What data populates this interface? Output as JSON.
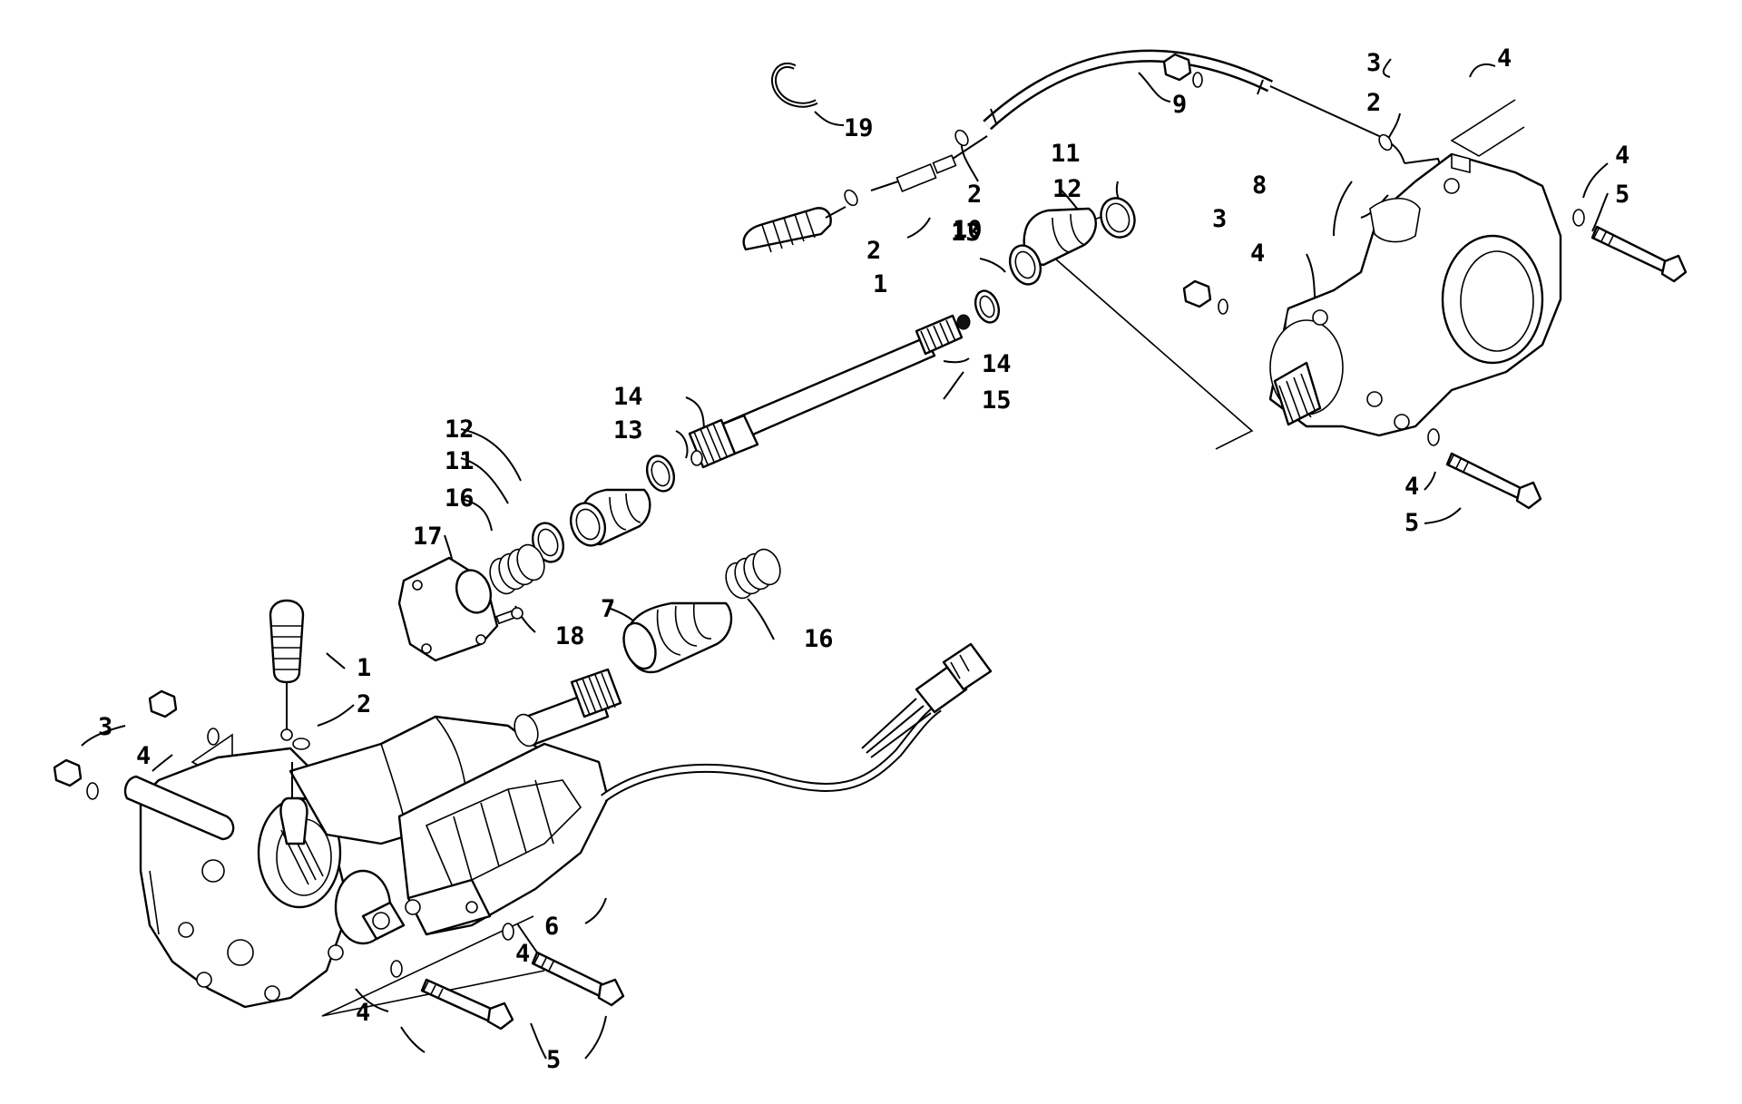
{
  "diagram": {
    "callouts": [
      {
        "id": "c19",
        "text": "19"
      },
      {
        "id": "c9",
        "text": "9"
      },
      {
        "id": "c3a",
        "text": "3"
      },
      {
        "id": "c4a",
        "text": "4"
      },
      {
        "id": "c2a",
        "text": "2"
      },
      {
        "id": "c2b",
        "text": "2"
      },
      {
        "id": "c10",
        "text": "10"
      },
      {
        "id": "c2c",
        "text": "2"
      },
      {
        "id": "c1a",
        "text": "1"
      },
      {
        "id": "c11a",
        "text": "11"
      },
      {
        "id": "c12a",
        "text": "12"
      },
      {
        "id": "c13a",
        "text": "13"
      },
      {
        "id": "c3b",
        "text": "3"
      },
      {
        "id": "c4b",
        "text": "4"
      },
      {
        "id": "c8",
        "text": "8"
      },
      {
        "id": "c4c",
        "text": "4"
      },
      {
        "id": "c5a",
        "text": "5"
      },
      {
        "id": "c14a",
        "text": "14"
      },
      {
        "id": "c15",
        "text": "15"
      },
      {
        "id": "c14b",
        "text": "14"
      },
      {
        "id": "c13b",
        "text": "13"
      },
      {
        "id": "c12b",
        "text": "12"
      },
      {
        "id": "c11b",
        "text": "11"
      },
      {
        "id": "c16a",
        "text": "16"
      },
      {
        "id": "c17",
        "text": "17"
      },
      {
        "id": "c18",
        "text": "18"
      },
      {
        "id": "c7",
        "text": "7"
      },
      {
        "id": "c16b",
        "text": "16"
      },
      {
        "id": "c4d",
        "text": "4"
      },
      {
        "id": "c5b",
        "text": "5"
      },
      {
        "id": "c1b",
        "text": "1"
      },
      {
        "id": "c2d",
        "text": "2"
      },
      {
        "id": "c3c",
        "text": "3"
      },
      {
        "id": "c4e",
        "text": "4"
      },
      {
        "id": "c6",
        "text": "6"
      },
      {
        "id": "c4f",
        "text": "4"
      },
      {
        "id": "c4g",
        "text": "4"
      },
      {
        "id": "c5c",
        "text": "5"
      }
    ]
  }
}
